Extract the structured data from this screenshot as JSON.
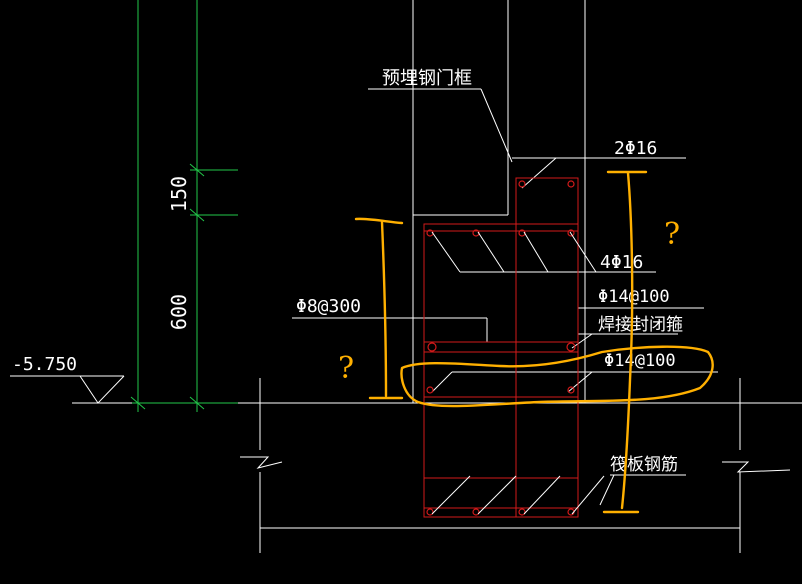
{
  "labels": {
    "embedded_door_frame": "预埋钢门框",
    "top_bar": "2Φ16",
    "middle_bars": "4Φ16",
    "stirrup_left": "Φ8@300",
    "stirrup_right": "Φ14@100",
    "welded_closed_stirrup": "焊接封闭箍",
    "bottom_bar_spec": "Φ14@100",
    "raft_rebar": "筏板钢筋",
    "elevation": "-5.750"
  },
  "dimensions": {
    "upper": "150",
    "lower": "600"
  },
  "annotations": {
    "question_mark": "?"
  },
  "colors": {
    "background": "#000000",
    "line_white": "#ffffff",
    "rebar_red": "#d21a1a",
    "dimension_green": "#22c74a",
    "markup_orange": "#ffb000"
  }
}
